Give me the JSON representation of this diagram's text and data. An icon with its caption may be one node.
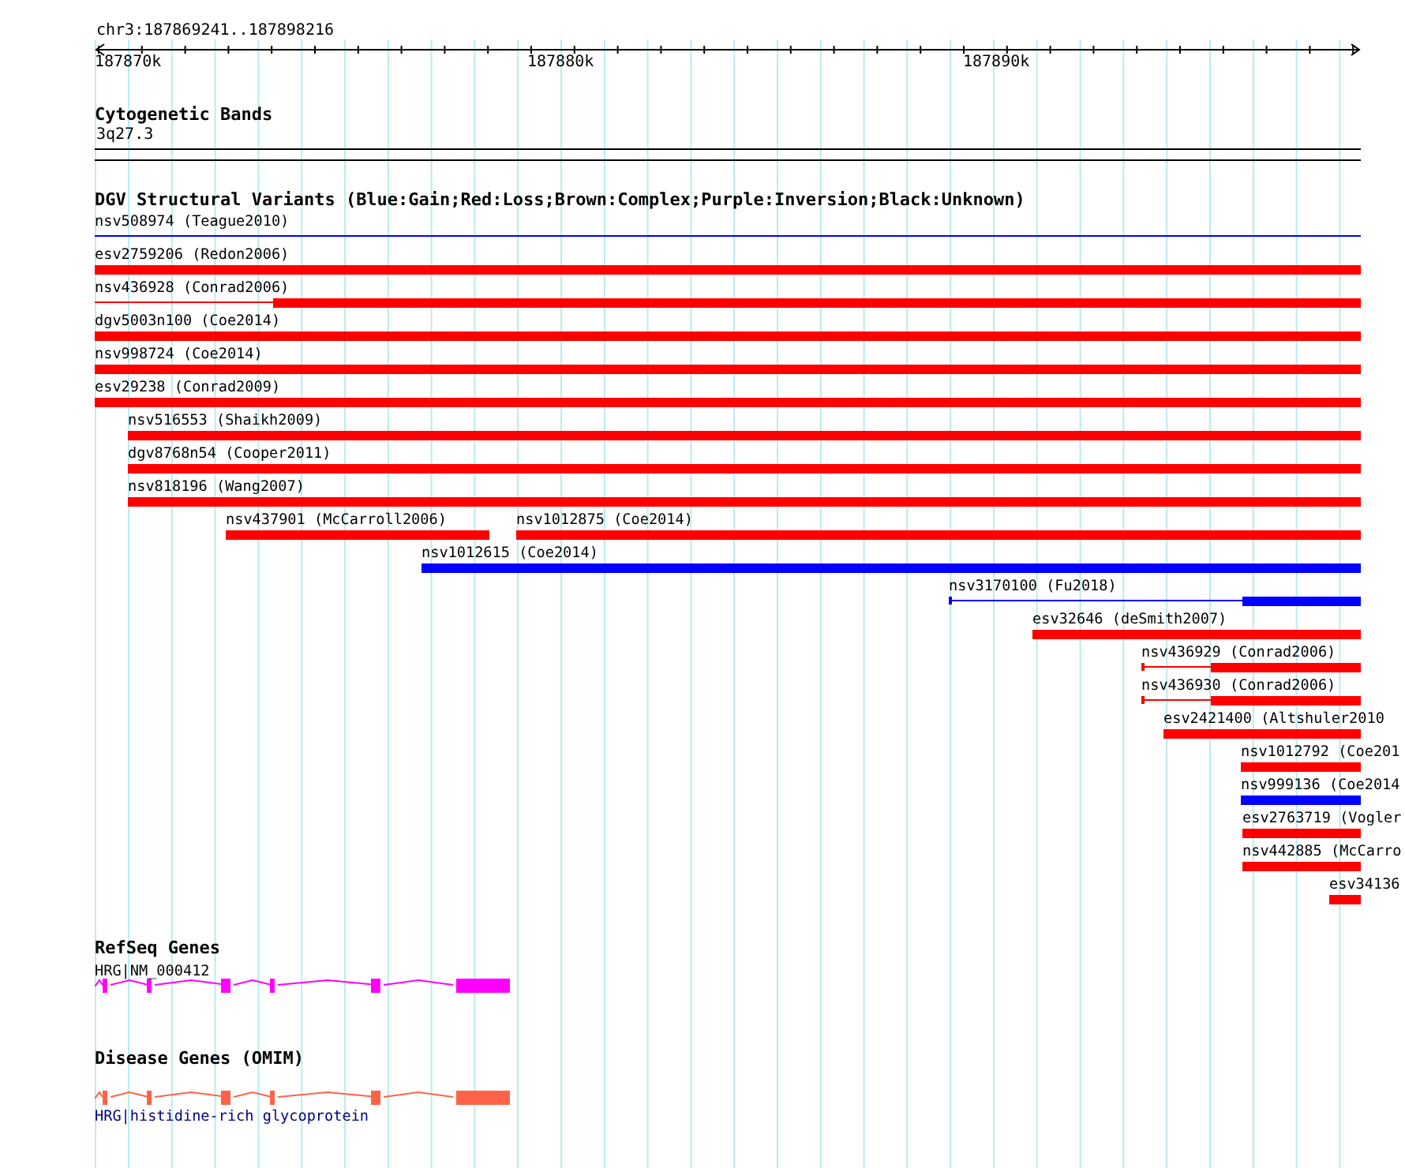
{
  "diagram": {
    "nodes": [
      {
        "text": [
          "nsv508974 (Teague2010)"
        ]
      },
      {
        "text": [
          "esv2759206 (Redon2006)"
        ]
      },
      {
        "text": [
          "nsv436928 (Conrad2006)"
        ]
      },
      {
        "text": [
          "dgv5003n100 (Coe2014)"
        ]
      },
      {
        "text": [
          "nsv998724 (Coe2014)"
        ]
      },
      {
        "text": [
          "esv29238 (Conrad2009)"
        ]
      },
      {
        "text": [
          "nsv516553 (Shaikh2009)"
        ]
      },
      {
        "text": [
          "dgv8768n54 (Cooper2011)"
        ]
      },
      {
        "text": [
          "nsv818196 (Wang2007)"
        ]
      },
      {
        "text": [
          "nsv437901 (McCarroll2006)"
        ]
      },
      {
        "text": [
          "nsv1012875 (Coe2014)"
        ]
      },
      {
        "text": [
          "nsv1012615 (Coe2014)"
        ]
      },
      {
        "text": [
          "nsv3170100 (Fu2018)"
        ]
      },
      {
        "text": [
          "esv32646 (deSmith2007)"
        ]
      },
      {
        "text": [
          "nsv436929 (Conrad2006)"
        ]
      },
      {
        "text": [
          "nsv436930 (Conrad2006)"
        ]
      },
      {
        "text": [
          "esv2421400 (Altshuler2010"
        ]
      },
      {
        "text": [
          "nsv1012792 (Coe201"
        ]
      },
      {
        "text": [
          "nsv999136 (Coe2014"
        ]
      },
      {
        "text": [
          "esv2763719 (Vogler"
        ]
      },
      {
        "text": [
          "nsv442885 (McCarro"
        ]
      },
      {
        "text": [
          "esv34136"
        ]
      },
      {
        "text": [
          "HRG|NM_000412"
        ]
      },
      {
        "text": [
          "HRG|histidine-rich glycoprotein"
        ]
      }
    ],
    "labels": [
      "chr3:187869241..187898216",
      "187870k",
      "187880k",
      "187890k",
      "Cytogenetic Bands",
      "3q27.3",
      "DGV Structural Variants (Blue:Gain;Red:Loss;Brown:Complex;Purple:Inversion;Black:Unknown)",
      "RefSeq Genes",
      "Disease Genes (OMIM)"
    ]
  }
}
